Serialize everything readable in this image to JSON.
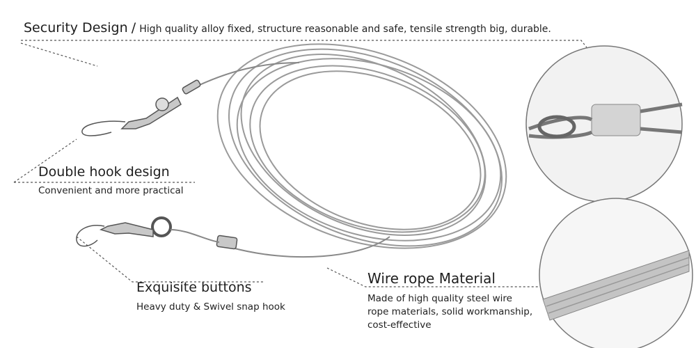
{
  "security": {
    "title": "Security Design",
    "separator": "/",
    "desc": "High quality alloy fixed, structure reasonable and safe, tensile strength big, durable."
  },
  "double_hook": {
    "title": "Double hook design",
    "desc": "Convenient and more practical"
  },
  "buttons": {
    "title": "Exquisite buttons",
    "desc": "Heavy duty & Swivel snap hook"
  },
  "wire": {
    "title": "Wire rope Material",
    "desc_lines": [
      "Made of high quality steel wire",
      "rope materials, solid workmanship,",
      "cost-effective"
    ]
  }
}
